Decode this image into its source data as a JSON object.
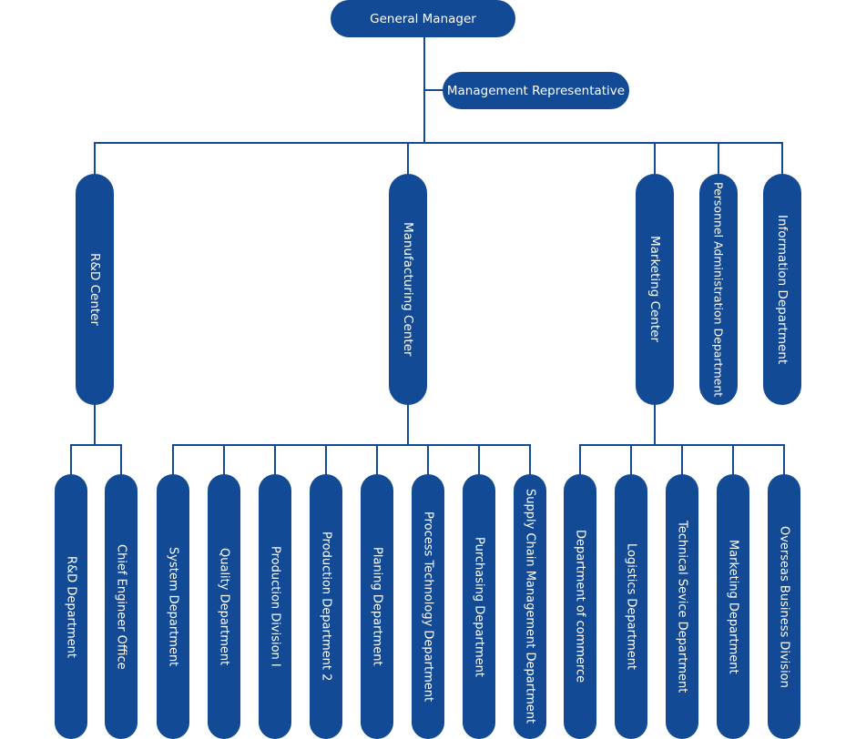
{
  "diagram": {
    "root": "General Manager",
    "assistant": "Management Representative",
    "level1": [
      "R&D Center",
      "Manufacturing Center",
      "Marketing Center",
      "Personnel Administration Department",
      "Information Department"
    ],
    "rd_children": [
      "R&D Department",
      "Chief Engineer Office"
    ],
    "manufacturing_children": [
      "System Department",
      "Quality Department",
      "Production Division I",
      "Production Department 2",
      "Planing Department",
      "Process Technology Department",
      "Purchasing Department",
      "Supply Chain Management Department"
    ],
    "marketing_children": [
      "Department of commerce",
      "Logistics Department",
      "Technical Sevice Department",
      "Marketing Department",
      "Overseas Business Division"
    ]
  },
  "colors": {
    "node": "#134a96",
    "line": "#134a96",
    "text": "#ffffff"
  }
}
